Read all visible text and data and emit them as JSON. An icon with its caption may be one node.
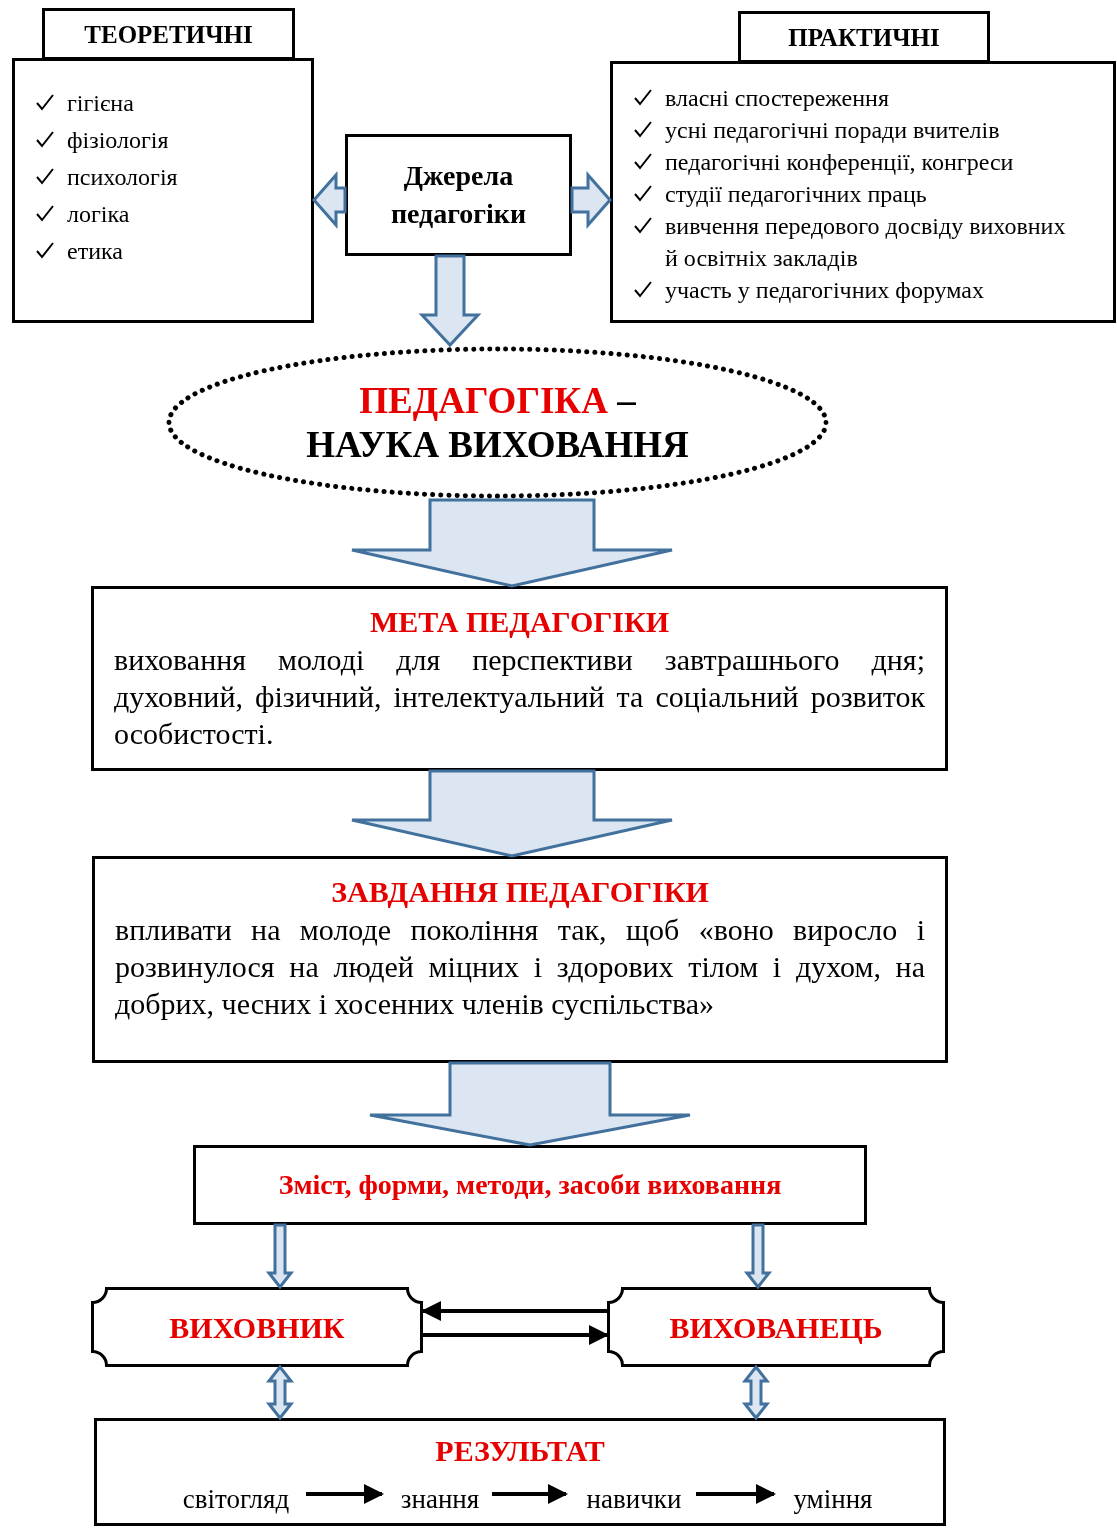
{
  "diagram": {
    "nodes": [
      {
        "text": [
          "ТЕОРЕТИЧНІ"
        ]
      },
      {
        "text": [
          "гігієна",
          "фізіологія",
          "психологія",
          "логіка",
          "етика"
        ]
      },
      {
        "text": [
          "ПРАКТИЧНІ"
        ]
      },
      {
        "text": [
          "власні спостереження",
          "усні педагогічні поради вчителів",
          "педагогічні конференції, конгреси",
          "студії педагогічних праць",
          "вивчення передового досвіду виховних й освітніх закладів",
          "участь у педагогічних форумах"
        ]
      },
      {
        "text": [
          "Джерела педагогіки"
        ]
      },
      {
        "text": [
          "ПЕДАГОГІКА",
          "–",
          "НАУКА ВИХОВАННЯ"
        ]
      },
      {
        "text": [
          "МЕТА ПЕДАГОГІКИ",
          "виховання молоді для перспективи завтрашнього дня; духовний, фізичний, інтелектуальний та соціальний розвиток особистості."
        ]
      },
      {
        "text": [
          "ЗАВДАННЯ ПЕДАГОГІКИ",
          "впливати на молоде покоління так, щоб «воно виросло і розвинулося на людей міцних і здорових тілом і духом, на добрих, чесних і хосенних членів суспільства»"
        ]
      },
      {
        "text": [
          "Зміст, форми, методи, засоби виховання"
        ]
      },
      {
        "text": [
          "ВИХОВНИК"
        ]
      },
      {
        "text": [
          "ВИХОВАНЕЦЬ"
        ]
      },
      {
        "text": [
          "РЕЗУЛЬТАТ"
        ]
      },
      {
        "text": [
          "світогляд"
        ],
        "in": 11
      },
      {
        "text": [
          "знання"
        ],
        "in": 11
      },
      {
        "text": [
          "навички"
        ],
        "in": 11
      },
      {
        "text": [
          "уміння"
        ],
        "in": 11
      }
    ],
    "edges": [
      {
        "from": 4,
        "to": 1,
        "arrow": "to",
        "style": "thick"
      },
      {
        "from": 4,
        "to": 3,
        "arrow": "to",
        "style": "thick"
      },
      {
        "from": 4,
        "to": 5,
        "arrow": "to",
        "style": "thick"
      },
      {
        "from": 5,
        "to": 6,
        "arrow": "to",
        "style": "thick"
      },
      {
        "from": 6,
        "to": 7,
        "arrow": "to",
        "style": "thick"
      },
      {
        "from": 7,
        "to": 8,
        "arrow": "to",
        "style": "thick"
      },
      {
        "from": 8,
        "to": 9,
        "arrow": "to",
        "style": "thick"
      },
      {
        "from": 8,
        "to": 10,
        "arrow": "to",
        "style": "thick"
      },
      {
        "from": 9,
        "to": 10,
        "arrow": "to",
        "color": "#000000"
      },
      {
        "from": 10,
        "to": 9,
        "arrow": "to",
        "color": "#000000"
      },
      {
        "from": 9,
        "to": 11,
        "arrow": "both",
        "style": "thick"
      },
      {
        "from": 10,
        "to": 11,
        "arrow": "both",
        "style": "thick"
      },
      {
        "from": 12,
        "to": 13,
        "arrow": "to",
        "color": "#000000"
      },
      {
        "from": 13,
        "to": 14,
        "arrow": "to",
        "color": "#000000"
      },
      {
        "from": 14,
        "to": 15,
        "arrow": "to",
        "color": "#000000"
      }
    ]
  }
}
